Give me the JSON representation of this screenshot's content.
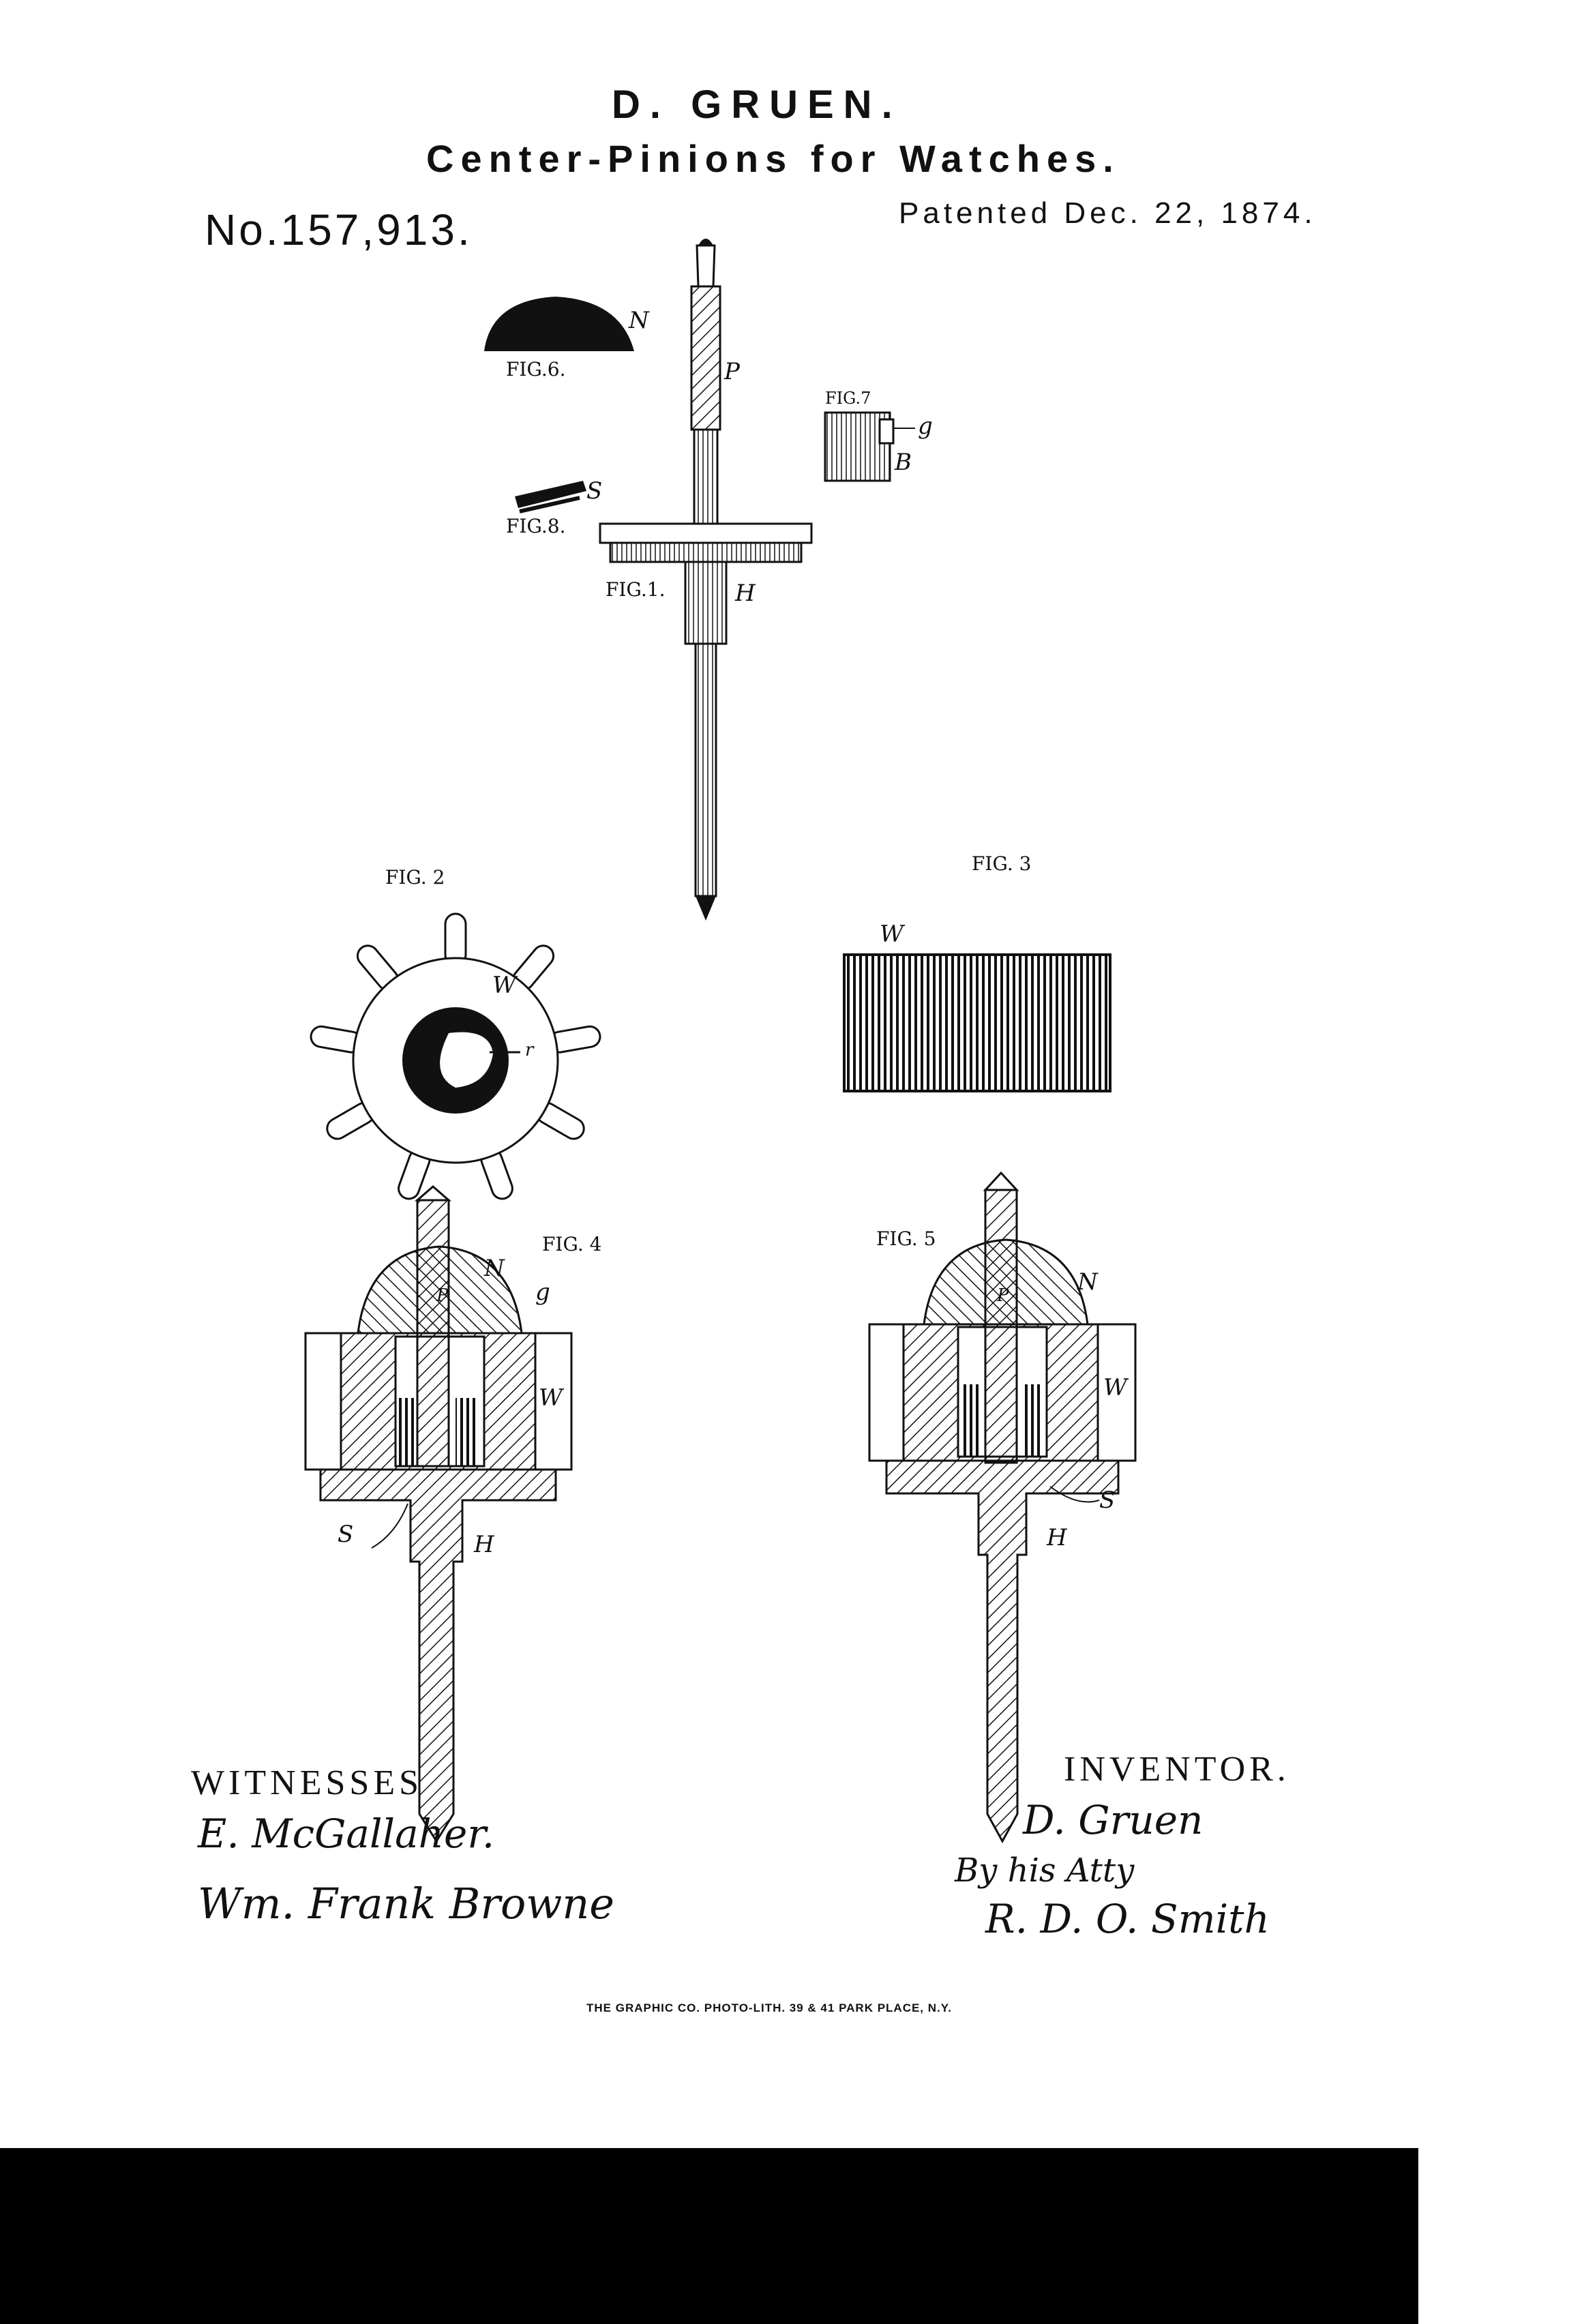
{
  "header": {
    "inventor": "D. GRUEN.",
    "title": "Center-Pinions for Watches.",
    "patent_number": "No.157,913.",
    "patent_date": "Patented Dec. 22, 1874."
  },
  "figures": {
    "fig1": "FIG.1.",
    "fig2": "FIG. 2",
    "fig3": "FIG. 3",
    "fig4": "FIG. 4",
    "fig5": "FIG. 5",
    "fig6": "FIG.6.",
    "fig7": "FIG.7",
    "fig8": "FIG.8."
  },
  "reference_letters": {
    "N": "N",
    "P": "P",
    "g": "g",
    "B": "B",
    "S": "S",
    "H": "H",
    "W": "W",
    "r": "r"
  },
  "signatures": {
    "witnesses_label": "WITNESSES",
    "witness_1": "E. McGallaher.",
    "witness_2": "Wm. Frank Browne",
    "inventor_label": "INVENTOR.",
    "inventor_signature": "D. Gruen",
    "by_attorney": "By his Atty",
    "attorney_signature": "R. D. O. Smith"
  },
  "printer_line": "THE GRAPHIC CO. PHOTO-LITH. 39 & 41 PARK PLACE, N.Y."
}
